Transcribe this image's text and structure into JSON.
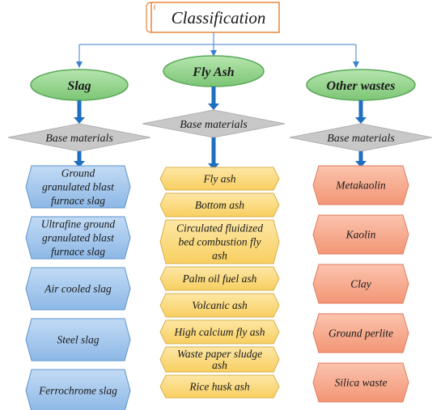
{
  "title": "Classification",
  "groups": [
    {
      "name": "Slag",
      "base_label": "Base materials",
      "items": [
        [
          "Ground",
          "granulated blast",
          "furnace slag"
        ],
        [
          "Ultrafine ground",
          "granulated blast",
          "furnace slag"
        ],
        [
          "Air cooled slag"
        ],
        [
          "Steel slag"
        ],
        [
          "Ferrochrome slag"
        ]
      ]
    },
    {
      "name": "Fly Ash",
      "base_label": "Base materials",
      "items": [
        [
          "Fly ash"
        ],
        [
          "Bottom ash"
        ],
        [
          "Circulated fluidized",
          "bed combustion fly",
          "ash"
        ],
        [
          "Palm oil fuel ash"
        ],
        [
          "Volcanic ash"
        ],
        [
          "High calcium fly ash"
        ],
        [
          "Waste paper sludge",
          "ash"
        ],
        [
          "Rice husk ash"
        ]
      ]
    },
    {
      "name": "Other wastes",
      "base_label": "Base materials",
      "items": [
        [
          "Metakaolin"
        ],
        [
          "Kaolin"
        ],
        [
          "Clay"
        ],
        [
          "Ground perlite"
        ],
        [
          "Silica waste"
        ]
      ]
    }
  ],
  "colors": {
    "ellipse_fill": "#8fd18a",
    "ellipse_stroke": "#5aa85a",
    "diamond_fill": "#c8c8c8",
    "arrow": "#1f6fc0",
    "connector": "#3a7fd0",
    "title_stroke": "#e7873a",
    "slag_fill": "#9cc3ea",
    "slag_stroke": "#5d93cc",
    "flyash_fill": "#fbd97a",
    "flyash_stroke": "#d9b04a",
    "other_fill": "#f7a58a",
    "other_stroke": "#e07a5c"
  }
}
